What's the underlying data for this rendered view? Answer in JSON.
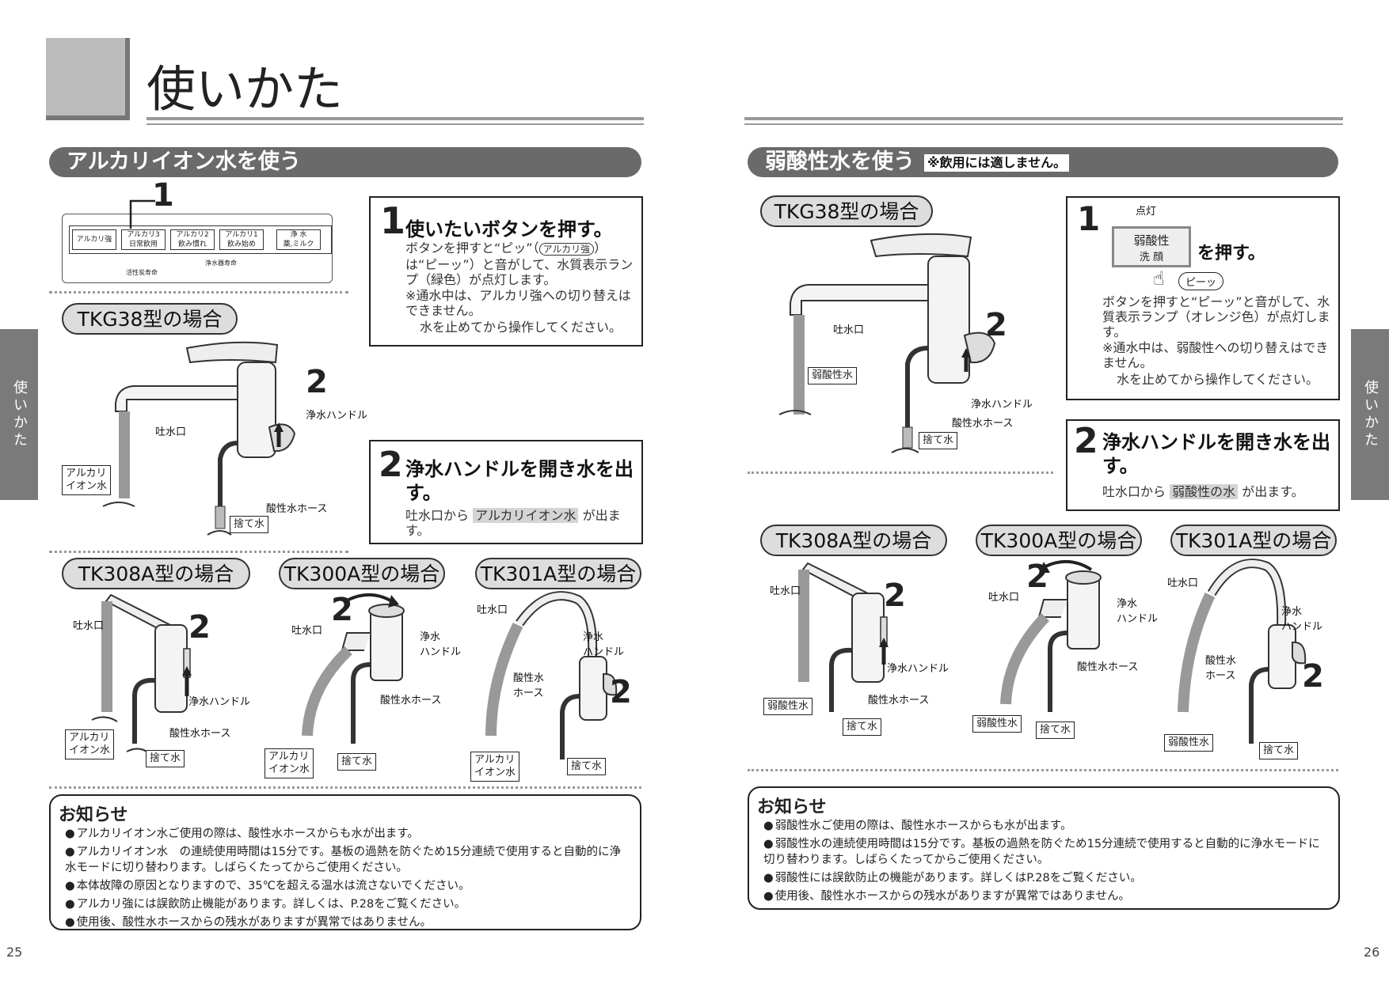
{
  "left": {
    "title": "使いかた",
    "section_title": "アルカリイオン水を使う",
    "panel": {
      "step_marker": "1",
      "buttons": [
        "アルカリ強",
        "アルカリ3\n日常飲用",
        "アルカリ2\n飲み慣れ",
        "アルカリ1\n飲み始め",
        "浄 水\n薬,ミルク"
      ],
      "small_texts": [
        "活性炭寿命",
        "浄水器寿命"
      ]
    },
    "model_main": "TKG38型の場合",
    "main_labels": {
      "spout": "吐水口",
      "handle": "浄水ハンドル",
      "hose": "酸性水ホース",
      "water": "アルカリ\nイオン水",
      "waste": "捨て水",
      "step": "2"
    },
    "step1": {
      "num": "1",
      "title": "使いたいボタンを押す。",
      "body_a": "ボタンを押すと“ピッ”（",
      "badge": "アルカリ強",
      "body_b": "）は“ピーッ”）と音がして、水質表示ランプ（緑色）が点灯します。",
      "note1": "※通水中は、アルカリ強への切り替えはできません。",
      "note2": "水を止めてから操作してください。"
    },
    "step2": {
      "num": "2",
      "title": "浄水ハンドルを開き水を出す。",
      "body_a": "吐水口から",
      "highlight": "アルカリイオン水",
      "body_b": "が出ます。"
    },
    "models": [
      {
        "name": "TK308A型の場合",
        "spout": "吐水口",
        "handle": "浄水ハンドル",
        "hose": "酸性水ホース",
        "water": "アルカリ\nイオン水",
        "waste": "捨て水",
        "step": "2"
      },
      {
        "name": "TK300A型の場合",
        "spout": "吐水口",
        "handle": "浄水\nハンドル",
        "hose": "酸性水ホース",
        "water": "アルカリ\nイオン水",
        "waste": "捨て水",
        "step": "2"
      },
      {
        "name": "TK301A型の場合",
        "spout": "吐水口",
        "handle": "浄水\nハンドル",
        "hose": "酸性水\nホース",
        "water": "アルカリ\nイオン水",
        "waste": "捨て水",
        "step": "2"
      }
    ],
    "notice": {
      "title": "お知らせ",
      "items": [
        "アルカリイオン水ご使用の際は、酸性水ホースからも水が出ます。",
        "アルカリイオン水　の連続使用時間は15分です。基板の過熱を防ぐため15分連続で使用すると自動的に浄水モードに切り替わります。しばらくたってからご使用ください。",
        "本体故障の原因となりますので、35℃を超える温水は流さないでください。",
        "アルカリ強には誤飲防止機能があります。詳しくは、P.28をご覧ください。",
        "使用後、酸性水ホースからの残水がありますが異常ではありません。"
      ]
    },
    "page_number": "25",
    "side_tab": "使いかた"
  },
  "right": {
    "section_title": "弱酸性水を使う",
    "section_note": "※飲用には適しません。",
    "model_main": "TKG38型の場合",
    "main_labels": {
      "spout": "吐水口",
      "handle": "浄水ハンドル",
      "hose": "酸性水ホース",
      "water": "弱酸性水",
      "waste": "捨て水",
      "step": "2"
    },
    "step1": {
      "num": "1",
      "lamp_label": "点灯",
      "button_line1": "弱酸性",
      "button_line2": "洗 顔",
      "press": "を押す。",
      "beep": "ピーッ",
      "body": "ボタンを押すと“ピーッ”と音がして、水質表示ランプ（オレンジ色）が点灯します。",
      "note1": "※通水中は、弱酸性への切り替えはできません。",
      "note2": "水を止めてから操作してください。"
    },
    "step2": {
      "num": "2",
      "title": "浄水ハンドルを開き水を出す。",
      "body_a": "吐水口から",
      "highlight": "弱酸性の水",
      "body_b": "が出ます。"
    },
    "models": [
      {
        "name": "TK308A型の場合",
        "spout": "吐水口",
        "handle": "浄水ハンドル",
        "hose": "酸性水ホース",
        "water": "弱酸性水",
        "waste": "捨て水",
        "step": "2"
      },
      {
        "name": "TK300A型の場合",
        "spout": "吐水口",
        "handle": "浄水\nハンドル",
        "hose": "酸性水ホース",
        "water": "弱酸性水",
        "waste": "捨て水",
        "step": "2"
      },
      {
        "name": "TK301A型の場合",
        "spout": "吐水口",
        "handle": "浄水\nハンドル",
        "hose": "酸性水\nホース",
        "water": "弱酸性水",
        "waste": "捨て水",
        "step": "2"
      }
    ],
    "notice": {
      "title": "お知らせ",
      "items": [
        "弱酸性水ご使用の際は、酸性水ホースからも水が出ます。",
        "弱酸性水の連続使用時間は15分です。基板の過熱を防ぐため15分連続で使用すると自動的に浄水モードに切り替わります。しばらくたってからご使用ください。",
        "弱酸性には誤飲防止の機能があります。詳しくはP.28をご覧ください。",
        "使用後、酸性水ホースからの残水がありますが異常ではありません。"
      ]
    },
    "page_number": "26",
    "side_tab": "使いかた"
  }
}
